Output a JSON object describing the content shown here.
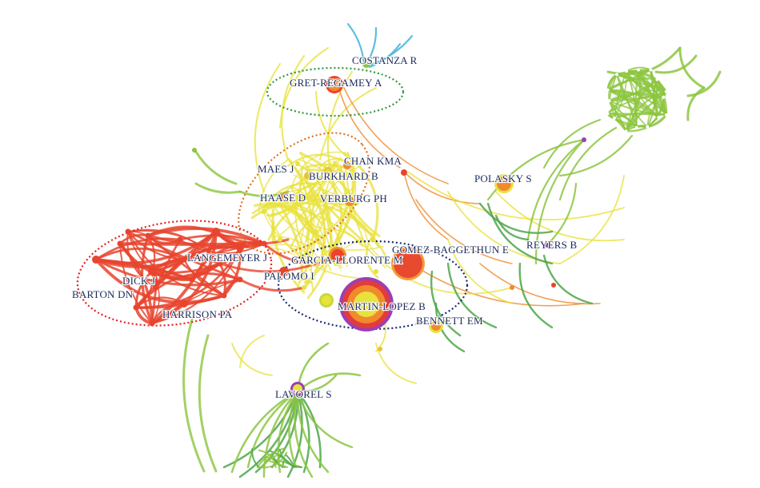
{
  "diagram": {
    "kind": "co-citation author network",
    "labels": {
      "costanza": "COSTANZA R",
      "gret_regamey": "GRET-REGAMEY A",
      "chan": "CHAN KMA",
      "maes": "MAES J",
      "burkhard": "BURKHARD B",
      "haase": "HAASE D",
      "verburg": "VERBURG PH",
      "polasky": "POLASKY S",
      "gomez_baggethun": "GOMEZ-BAGGETHUN E",
      "reyers": "REYERS B",
      "langemeyer": "LANGEMEYER J",
      "garcia_llorente": "GARCIA-LLORENTE M",
      "palomo": "PALOMO I",
      "dick": "DICK J",
      "barton": "BARTON DN",
      "martin_lopez": "MARTIN-LOPEZ B",
      "harrison": "HARRISON PA",
      "bennett": "BENNETT EM",
      "lavorel": "LAVOREL S"
    },
    "colors": {
      "red_cluster": "#e8442e",
      "yellow_cluster": "#e8e23c",
      "green_cluster": "#8cc63f",
      "dark_green": "#4ea64a",
      "orange": "#f08a2c",
      "cyan": "#4ab8d8",
      "purple": "#9b3fb5",
      "dotted_red": "#e02020",
      "dotted_green": "#2a9a3a",
      "dotted_orange": "#e07020",
      "dotted_navy": "#1a2a6a",
      "label": "#1a2a5a"
    }
  }
}
